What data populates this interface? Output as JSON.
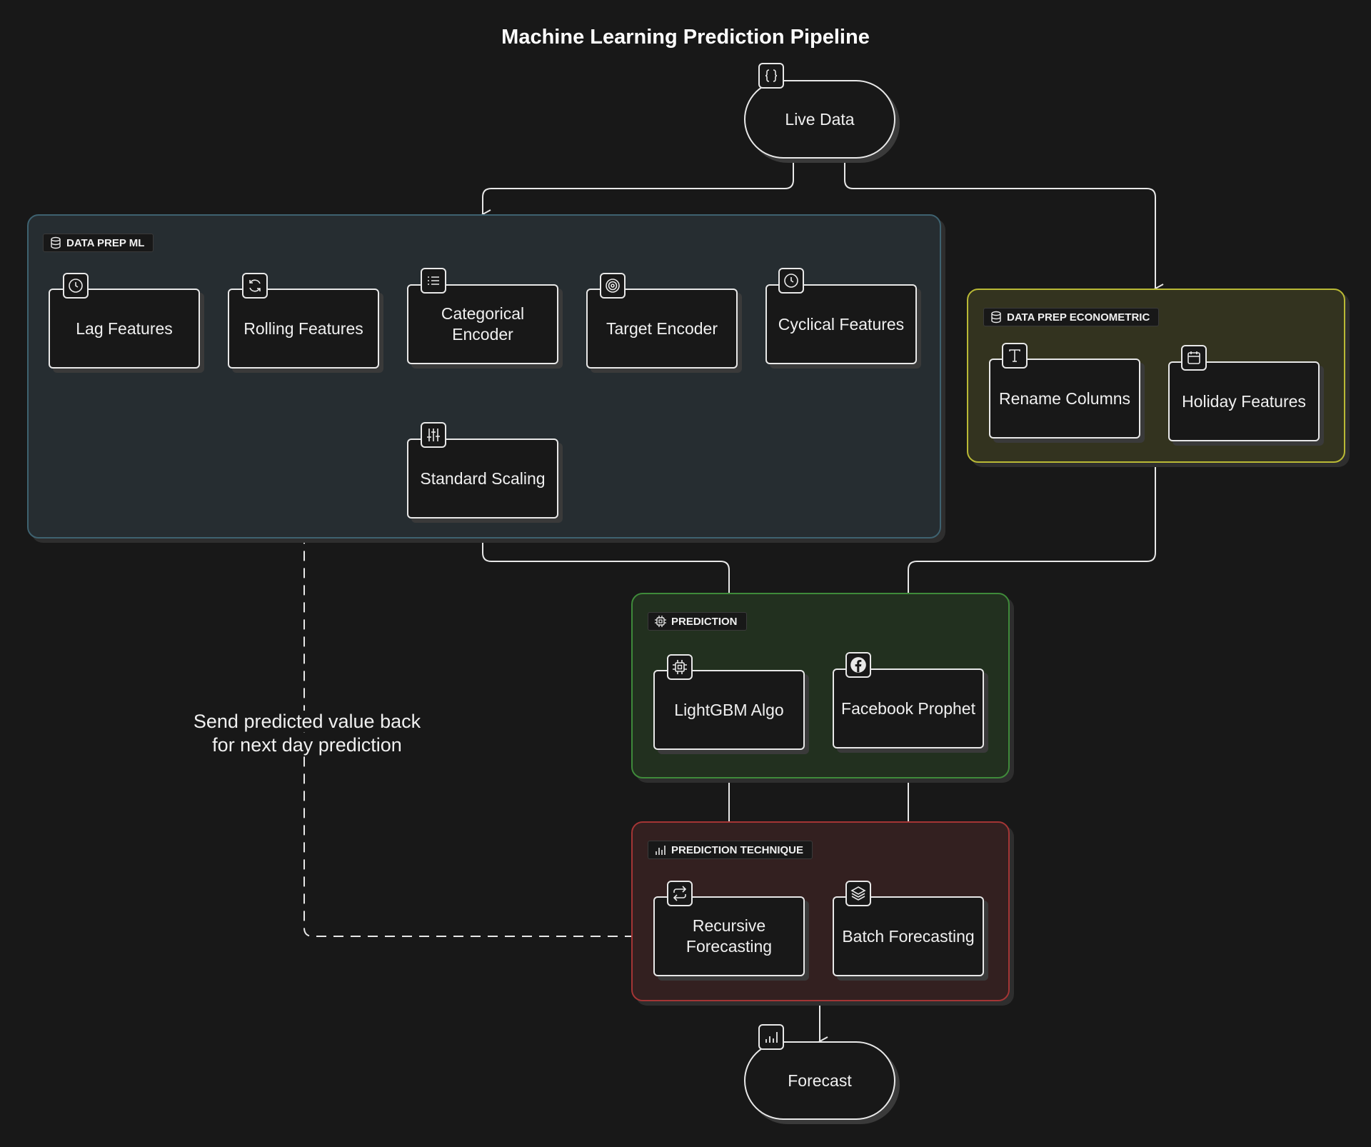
{
  "title": "Machine Learning Prediction Pipeline",
  "groups": {
    "data_prep_ml": "DATA PREP ML",
    "data_prep_econometric": "DATA PREP ECONOMETRIC",
    "prediction": "PREDICTION",
    "prediction_technique": "PREDICTION TECHNIQUE"
  },
  "nodes": {
    "live_data": "Live Data",
    "lag_features": "Lag Features",
    "rolling_features": "Rolling Features",
    "categorical_encoder": "Categorical Encoder",
    "target_encoder": "Target Encoder",
    "cyclical_features": "Cyclical Features",
    "standard_scaling": "Standard Scaling",
    "rename_columns": "Rename Columns",
    "holiday_features": "Holiday Features",
    "lightgbm_algo": "LightGBM Algo",
    "facebook_prophet": "Facebook Prophet",
    "recursive_forecasting": "Recursive Forecasting",
    "batch_forecasting": "Batch Forecasting",
    "forecast": "Forecast"
  },
  "feedback_note": {
    "line1": "Send predicted value back",
    "line2": "for next day prediction"
  }
}
